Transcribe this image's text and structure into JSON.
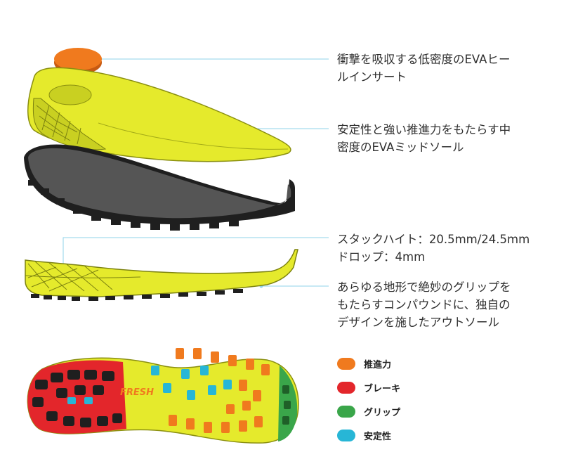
{
  "callouts": {
    "heel_insert": {
      "line1": "衝撃を吸収する低密度のEVAヒー",
      "line2": "ルインサート"
    },
    "midsole": {
      "line1": "安定性と強い推進力をもたらす中",
      "line2": "密度のEVAミッドソール"
    },
    "stack": {
      "line1": "スタックハイト：20.5mm/24.5mm",
      "line2": "ドロップ：4mm"
    },
    "outsole": {
      "line1": "あらゆる地形で絶妙のグリップを",
      "line2": "もたらすコンパウンドに、独自の",
      "line3": "デザインを施したアウトソール"
    }
  },
  "sole_logo": "FRESH",
  "legend": [
    {
      "label": "推進力",
      "color": "#f07a1e"
    },
    {
      "label": "ブレーキ",
      "color": "#e3262b"
    },
    {
      "label": "グリップ",
      "color": "#3aa64a"
    },
    {
      "label": "安定性",
      "color": "#27b6d6"
    }
  ],
  "colors": {
    "yellow": "#e5ea2c",
    "yellow_dark": "#b9c21c",
    "rubber": "#555555",
    "rubber_dark": "#1f1f1f",
    "line": "#8fd3ea"
  }
}
